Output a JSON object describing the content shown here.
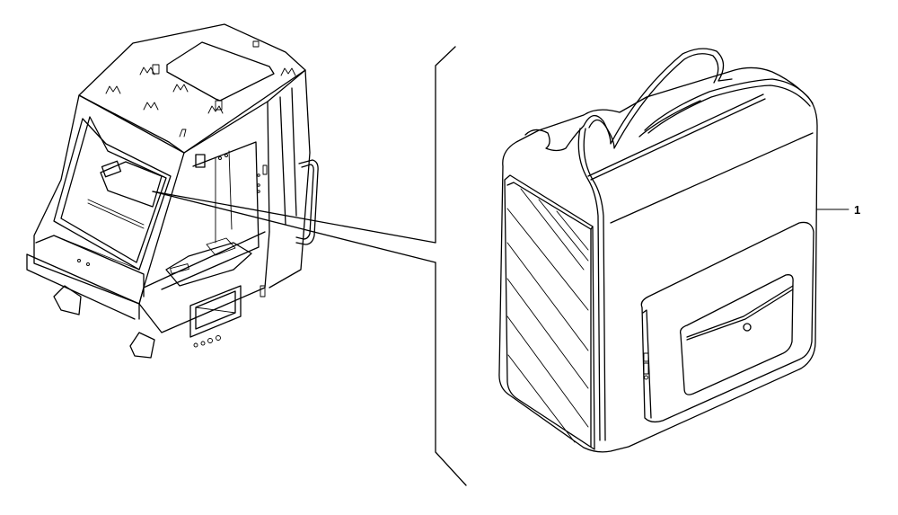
{
  "diagram": {
    "type": "exploded parts illustration",
    "background": "#ffffff",
    "line_color": "#000000",
    "parts": [
      {
        "id": "cab",
        "description": "operator cab frame (overview)"
      },
      {
        "id": "bag",
        "description": "storage bag with handle straps and front pocket"
      }
    ],
    "callouts": [
      {
        "number": "1",
        "target": "bag"
      }
    ]
  }
}
